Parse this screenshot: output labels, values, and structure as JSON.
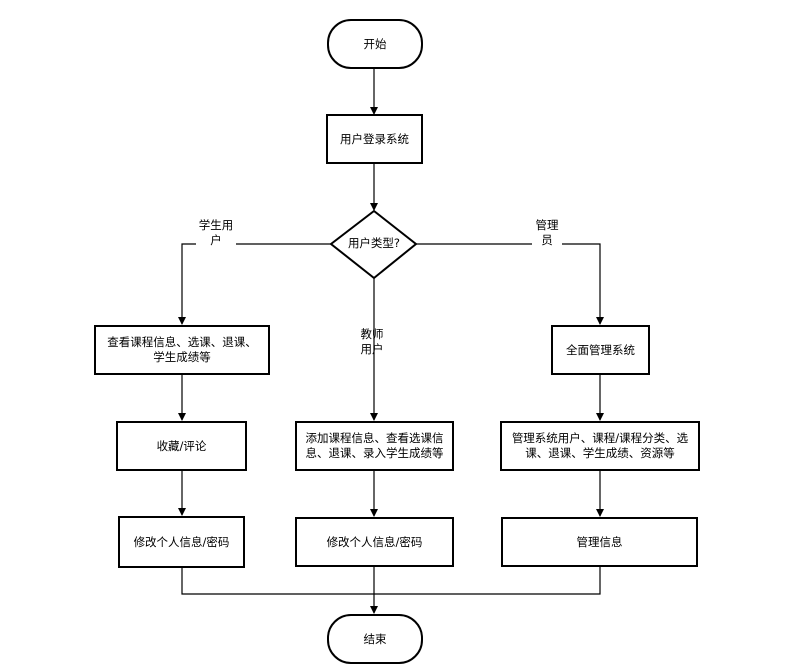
{
  "nodes": {
    "start": "开始",
    "login": "用户登录系统",
    "decision": "用户类型?",
    "student_view": "查看课程信息、选课、退课、学生成绩等",
    "student_favorite": "收藏/评论",
    "student_modify": "修改个人信息/密码",
    "teacher_ops": "添加课程信息、查看选课信息、退课、录入学生成绩等",
    "teacher_modify": "修改个人信息/密码",
    "admin_manage": "全面管理系统",
    "admin_ops": "管理系统用户、课程/课程分类、选课、退课、学生成绩、资源等",
    "admin_info": "管理信息",
    "end": "结束"
  },
  "labels": {
    "student": "学生用户",
    "teacher": "教师用户",
    "admin": "管理员"
  }
}
